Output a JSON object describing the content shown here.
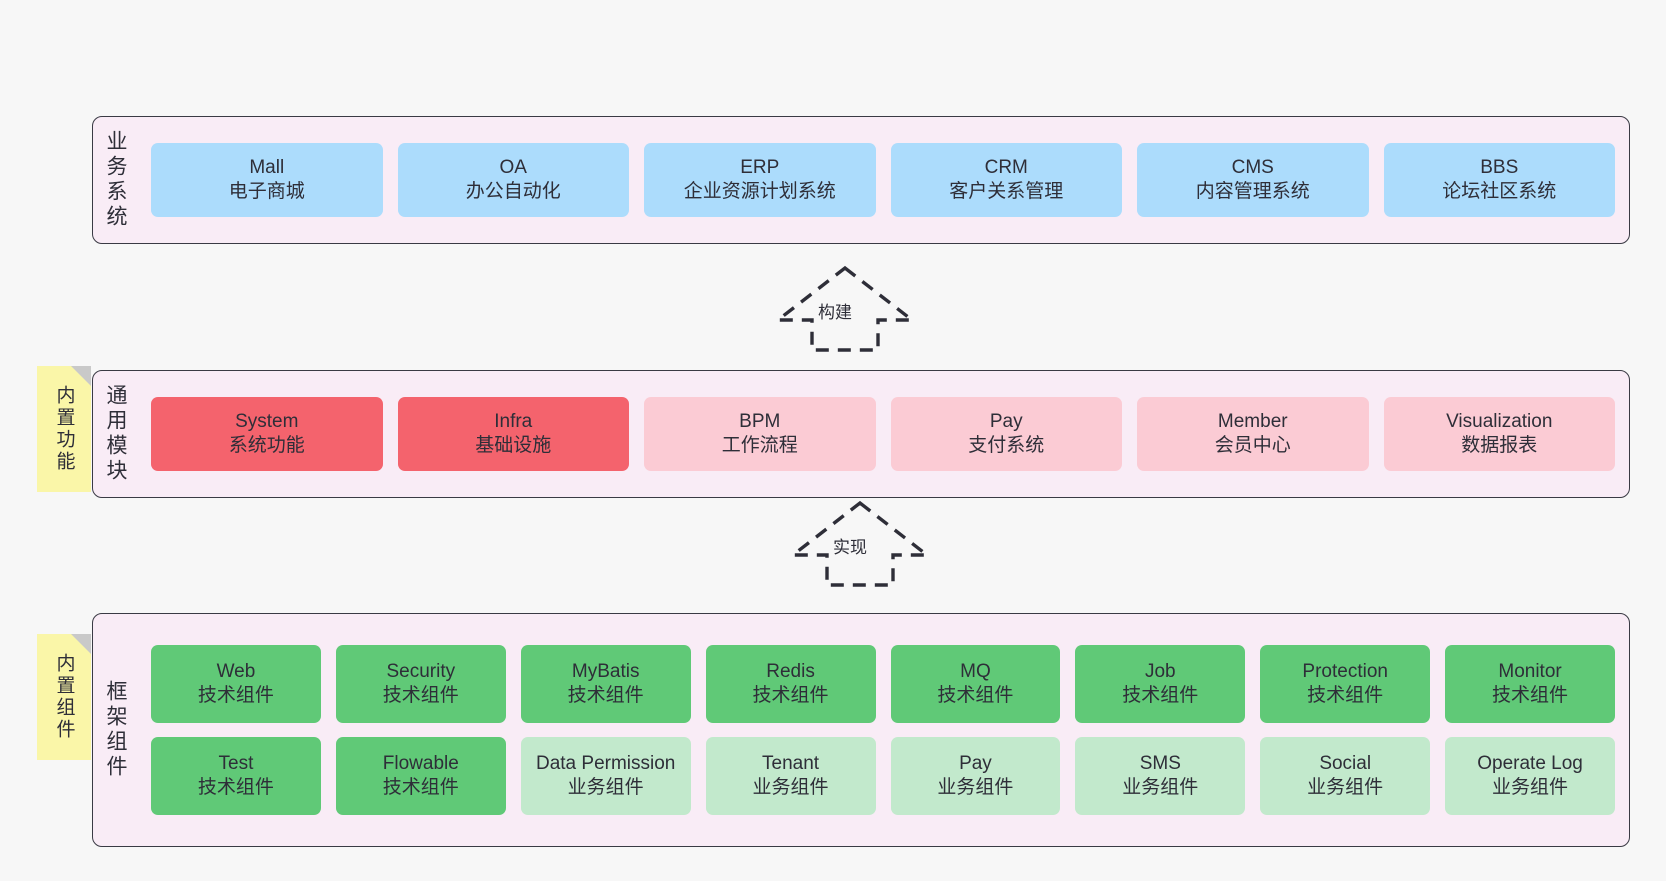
{
  "diagram": {
    "title": "",
    "colors": {
      "band_bg": "#f9ecf6",
      "band_border": "#3a3a44",
      "blue": "#ACDCFC",
      "red": "#F4636D",
      "pink": "#FBCBD4",
      "green": "#60C977",
      "mint": "#C2E9CC",
      "sticky": "#FAF6A8",
      "sticky_fold": "#c9c9c9",
      "page_bg": "#f7f7f7"
    }
  },
  "business": {
    "caption": "业务系统",
    "items": [
      {
        "name": "Mall",
        "desc": "电子商城"
      },
      {
        "name": "OA",
        "desc": "办公自动化"
      },
      {
        "name": "ERP",
        "desc": "企业资源计划系统"
      },
      {
        "name": "CRM",
        "desc": "客户关系管理"
      },
      {
        "name": "CMS",
        "desc": "内容管理系统"
      },
      {
        "name": "BBS",
        "desc": "论坛社区系统"
      }
    ]
  },
  "arrow_build": {
    "label": "构建"
  },
  "modules": {
    "caption": "通用模块",
    "sticky": "内置功能",
    "items": [
      {
        "name": "System",
        "desc": "系统功能",
        "tone": "red"
      },
      {
        "name": "Infra",
        "desc": "基础设施",
        "tone": "red"
      },
      {
        "name": "BPM",
        "desc": "工作流程",
        "tone": "pink"
      },
      {
        "name": "Pay",
        "desc": "支付系统",
        "tone": "pink"
      },
      {
        "name": "Member",
        "desc": "会员中心",
        "tone": "pink"
      },
      {
        "name": "Visualization",
        "desc": "数据报表",
        "tone": "pink"
      }
    ]
  },
  "arrow_impl": {
    "label": "实现"
  },
  "framework": {
    "caption": "框架组件",
    "sticky": "内置组件",
    "row1": [
      {
        "name": "Web",
        "desc": "技术组件",
        "tone": "green"
      },
      {
        "name": "Security",
        "desc": "技术组件",
        "tone": "green"
      },
      {
        "name": "MyBatis",
        "desc": "技术组件",
        "tone": "green"
      },
      {
        "name": "Redis",
        "desc": "技术组件",
        "tone": "green"
      },
      {
        "name": "MQ",
        "desc": "技术组件",
        "tone": "green"
      },
      {
        "name": "Job",
        "desc": "技术组件",
        "tone": "green"
      },
      {
        "name": "Protection",
        "desc": "技术组件",
        "tone": "green"
      },
      {
        "name": "Monitor",
        "desc": "技术组件",
        "tone": "green"
      }
    ],
    "row2": [
      {
        "name": "Test",
        "desc": "技术组件",
        "tone": "green"
      },
      {
        "name": "Flowable",
        "desc": "技术组件",
        "tone": "green"
      },
      {
        "name": "Data Permission",
        "desc": "业务组件",
        "tone": "mint"
      },
      {
        "name": "Tenant",
        "desc": "业务组件",
        "tone": "mint"
      },
      {
        "name": "Pay",
        "desc": "业务组件",
        "tone": "mint"
      },
      {
        "name": "SMS",
        "desc": "业务组件",
        "tone": "mint"
      },
      {
        "name": "Social",
        "desc": "业务组件",
        "tone": "mint"
      },
      {
        "name": "Operate Log",
        "desc": "业务组件",
        "tone": "mint"
      }
    ]
  }
}
